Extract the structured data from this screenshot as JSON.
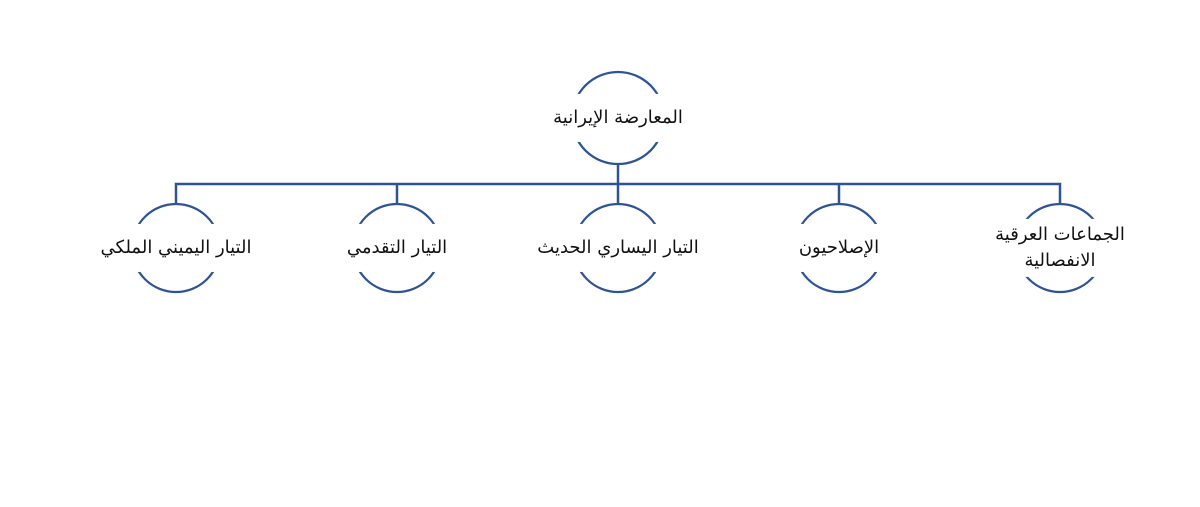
{
  "diagram": {
    "type": "tree",
    "direction": "rtl",
    "root": {
      "label": "المعارضة الإيرانية"
    },
    "children": [
      {
        "label": "التيار اليميني الملكي"
      },
      {
        "label": "التيار التقدمي"
      },
      {
        "label": "التيار اليساري الحديث"
      },
      {
        "label": "الإصلاحيون"
      },
      {
        "label": "الجماعات العرقية الانفصالية"
      }
    ],
    "colors": {
      "line": "#2F5496",
      "text": "#111111",
      "background": "#FFFFFF"
    }
  }
}
